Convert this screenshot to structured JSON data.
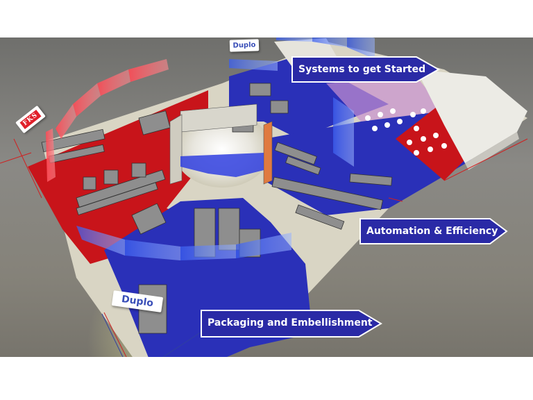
{
  "image": {
    "description": "3D isometric rendering of an exhibition booth floor plan with red and blue carpeted zones, grey machinery models, curved translucent banners and directional zone labels"
  },
  "labels": [
    {
      "id": "systems",
      "text": "Systems to get Started"
    },
    {
      "id": "automation",
      "text": "Automation & Efficiency"
    },
    {
      "id": "packaging",
      "text": "Packaging and Embellishment"
    }
  ],
  "signs": {
    "duplo_top": "Duplo",
    "duplo_bottom": "Duplo",
    "fks": "FKS"
  },
  "colors": {
    "label_fill": "#2a2aa6",
    "label_border": "#ffffff",
    "zone_red": "#c8141a",
    "zone_blue": "#2a30b8",
    "background_gray": "#7d7b76",
    "banner_red": "#f03040",
    "banner_blue": "#4a6ae8"
  }
}
